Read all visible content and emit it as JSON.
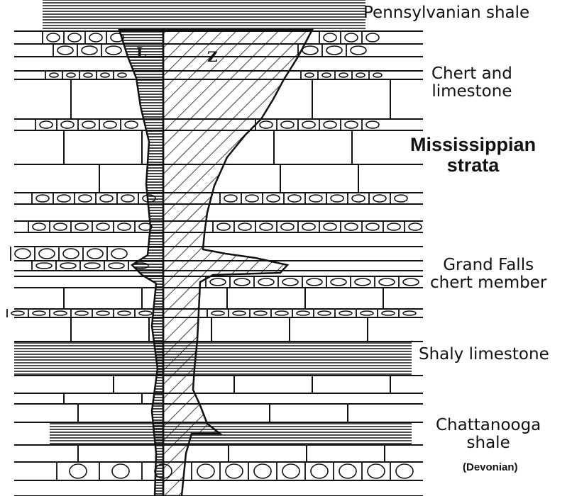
{
  "labels": {
    "pennsylvanian": "Pennsylvanian shale",
    "chert_line1": "Chert and",
    "chert_line2": "limestone",
    "miss_line1": "Mississippian",
    "miss_line2": "strata",
    "grand_line1": "Grand Falls",
    "grand_line2": "chert member",
    "shaly": "Shaly limestone",
    "chatt_line1": "Chattanooga",
    "chatt_line2": "shale",
    "devonian": "(Devonian)"
  },
  "zones": {
    "lead": "L",
    "zinc": "Z"
  },
  "colors": {
    "ink": "#111111",
    "paper": "#ffffff"
  }
}
